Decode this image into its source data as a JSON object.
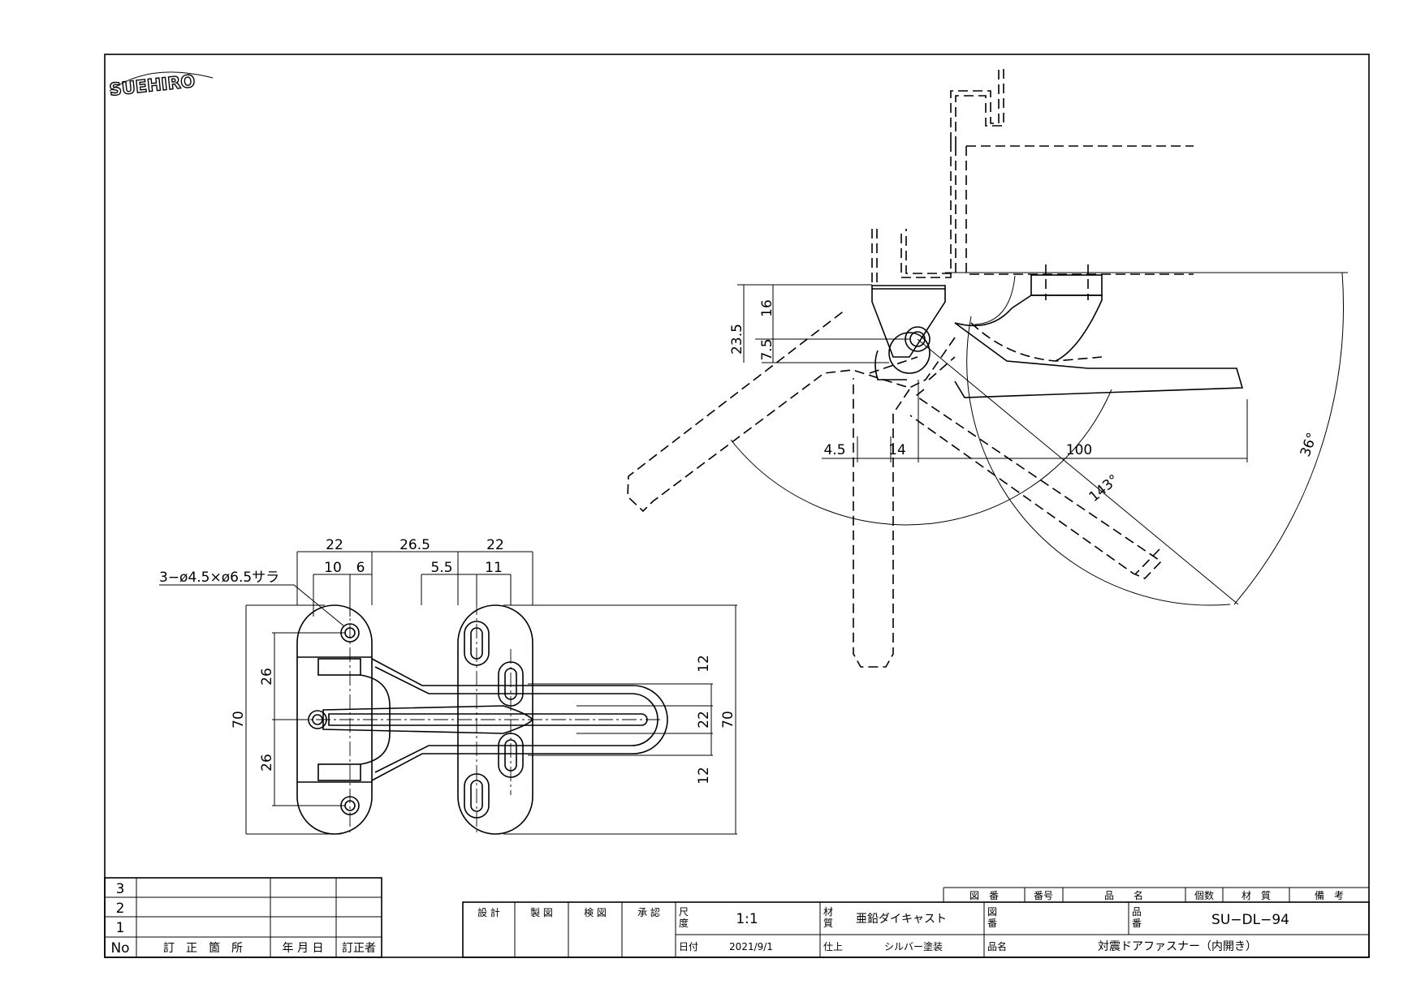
{
  "logo": "SUEHIRO",
  "top_view": {
    "dims": {
      "d23_5": "23.5",
      "d16": "16",
      "d7_5": "7.5",
      "d4_5": "4.5",
      "d14": "14",
      "d100": "100",
      "a143": "143°",
      "a36": "36°"
    }
  },
  "front_view": {
    "dims": {
      "d22a": "22",
      "d26_5": "26.5",
      "d22b": "22",
      "d10": "10",
      "d6": "6",
      "d5_5": "5.5",
      "d11": "11",
      "d26a": "26",
      "d26b": "26",
      "d70l": "70",
      "d12a": "12",
      "d22c": "22",
      "d12b": "12",
      "d70r": "70"
    },
    "hole_note": "3−ø4.5×ø6.5サラ"
  },
  "revision_table": {
    "rows": [
      "3",
      "2",
      "1"
    ],
    "headers": {
      "no": "No",
      "location": "訂　正　箇　所",
      "date": "年 月 日",
      "corrector": "訂正者"
    }
  },
  "title_block": {
    "approvals": [
      "設 計",
      "製 図",
      "検 図",
      "承 認"
    ],
    "scale_label": "尺\n度",
    "scale_label_1": "尺",
    "scale_label_2": "度",
    "scale": "1:1",
    "date_label": "日付",
    "date": "2021/9/1",
    "material_label_1": "材",
    "material_label_2": "質",
    "material": "亜鉛ダイキャスト",
    "finish_label": "仕上",
    "finish": "シルバー塗装",
    "drawing_no_label_1": "図",
    "drawing_no_label_2": "番",
    "product_no_label_1": "品",
    "product_no_label_2": "番",
    "product_no": "SU−DL−94",
    "product_name_label": "品名",
    "product_name": "対震ドアファスナー（内開き）",
    "parts_headers": [
      "図　番",
      "番号",
      "品　　名",
      "個数",
      "材　質",
      "備　考"
    ]
  }
}
